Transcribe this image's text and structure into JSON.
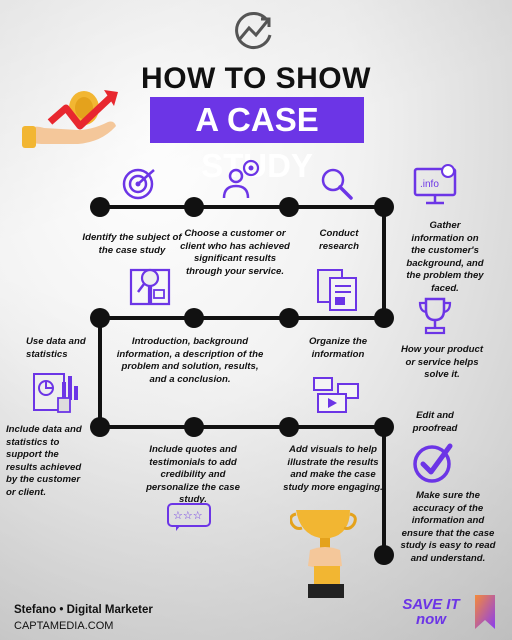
{
  "title": {
    "line1": "HOW TO SHOW",
    "line2": "A CASE STUDY"
  },
  "steps": [
    "Identify the subject of the case study",
    "Choose a customer or client who has achieved significant results through your service.",
    "Conduct research",
    "Gather information on the customer's background, and the problem they faced.",
    "Use data and statistics",
    "Introduction, background information, a description of the problem and solution, results, and a conclusion.",
    "Organize the information",
    "How your product or service helps solve it.",
    "Include data and statistics to support the results achieved by the customer or client.",
    "Include quotes and testimonials to add credibility and personalize the case study.",
    "Add visuals to help illustrate the results and make the case study more engaging.",
    "Edit and proofread",
    "Make sure the accuracy of the information and ensure that the case study is easy to read and understand."
  ],
  "icons": {
    "logo": "trend-arrow-logo",
    "hand_coin": "hand-coin-chart-icon",
    "target": "target-icon",
    "person_target": "person-target-icon",
    "search": "magnifier-icon",
    "info_monitor": "info-monitor-icon",
    "book_search": "book-search-icon",
    "documents": "documents-icon",
    "trophy": "trophy-icon",
    "stats": "statistics-icon",
    "visuals": "media-visuals-icon",
    "quotes": "rating-quote-icon",
    "checkmark": "checkmark-icon",
    "hand_trophy": "hand-trophy-icon",
    "bookmark": "bookmark-icon",
    "monitor_label": ".info"
  },
  "footer": {
    "name": "Stefano • Digital Marketer",
    "site": "CAPTAMEDIA.COM",
    "save": "SAVE IT now"
  },
  "colors": {
    "accent": "#6c35e6",
    "path": "#111111",
    "gold": "#f2b632",
    "red": "#e8272f"
  }
}
